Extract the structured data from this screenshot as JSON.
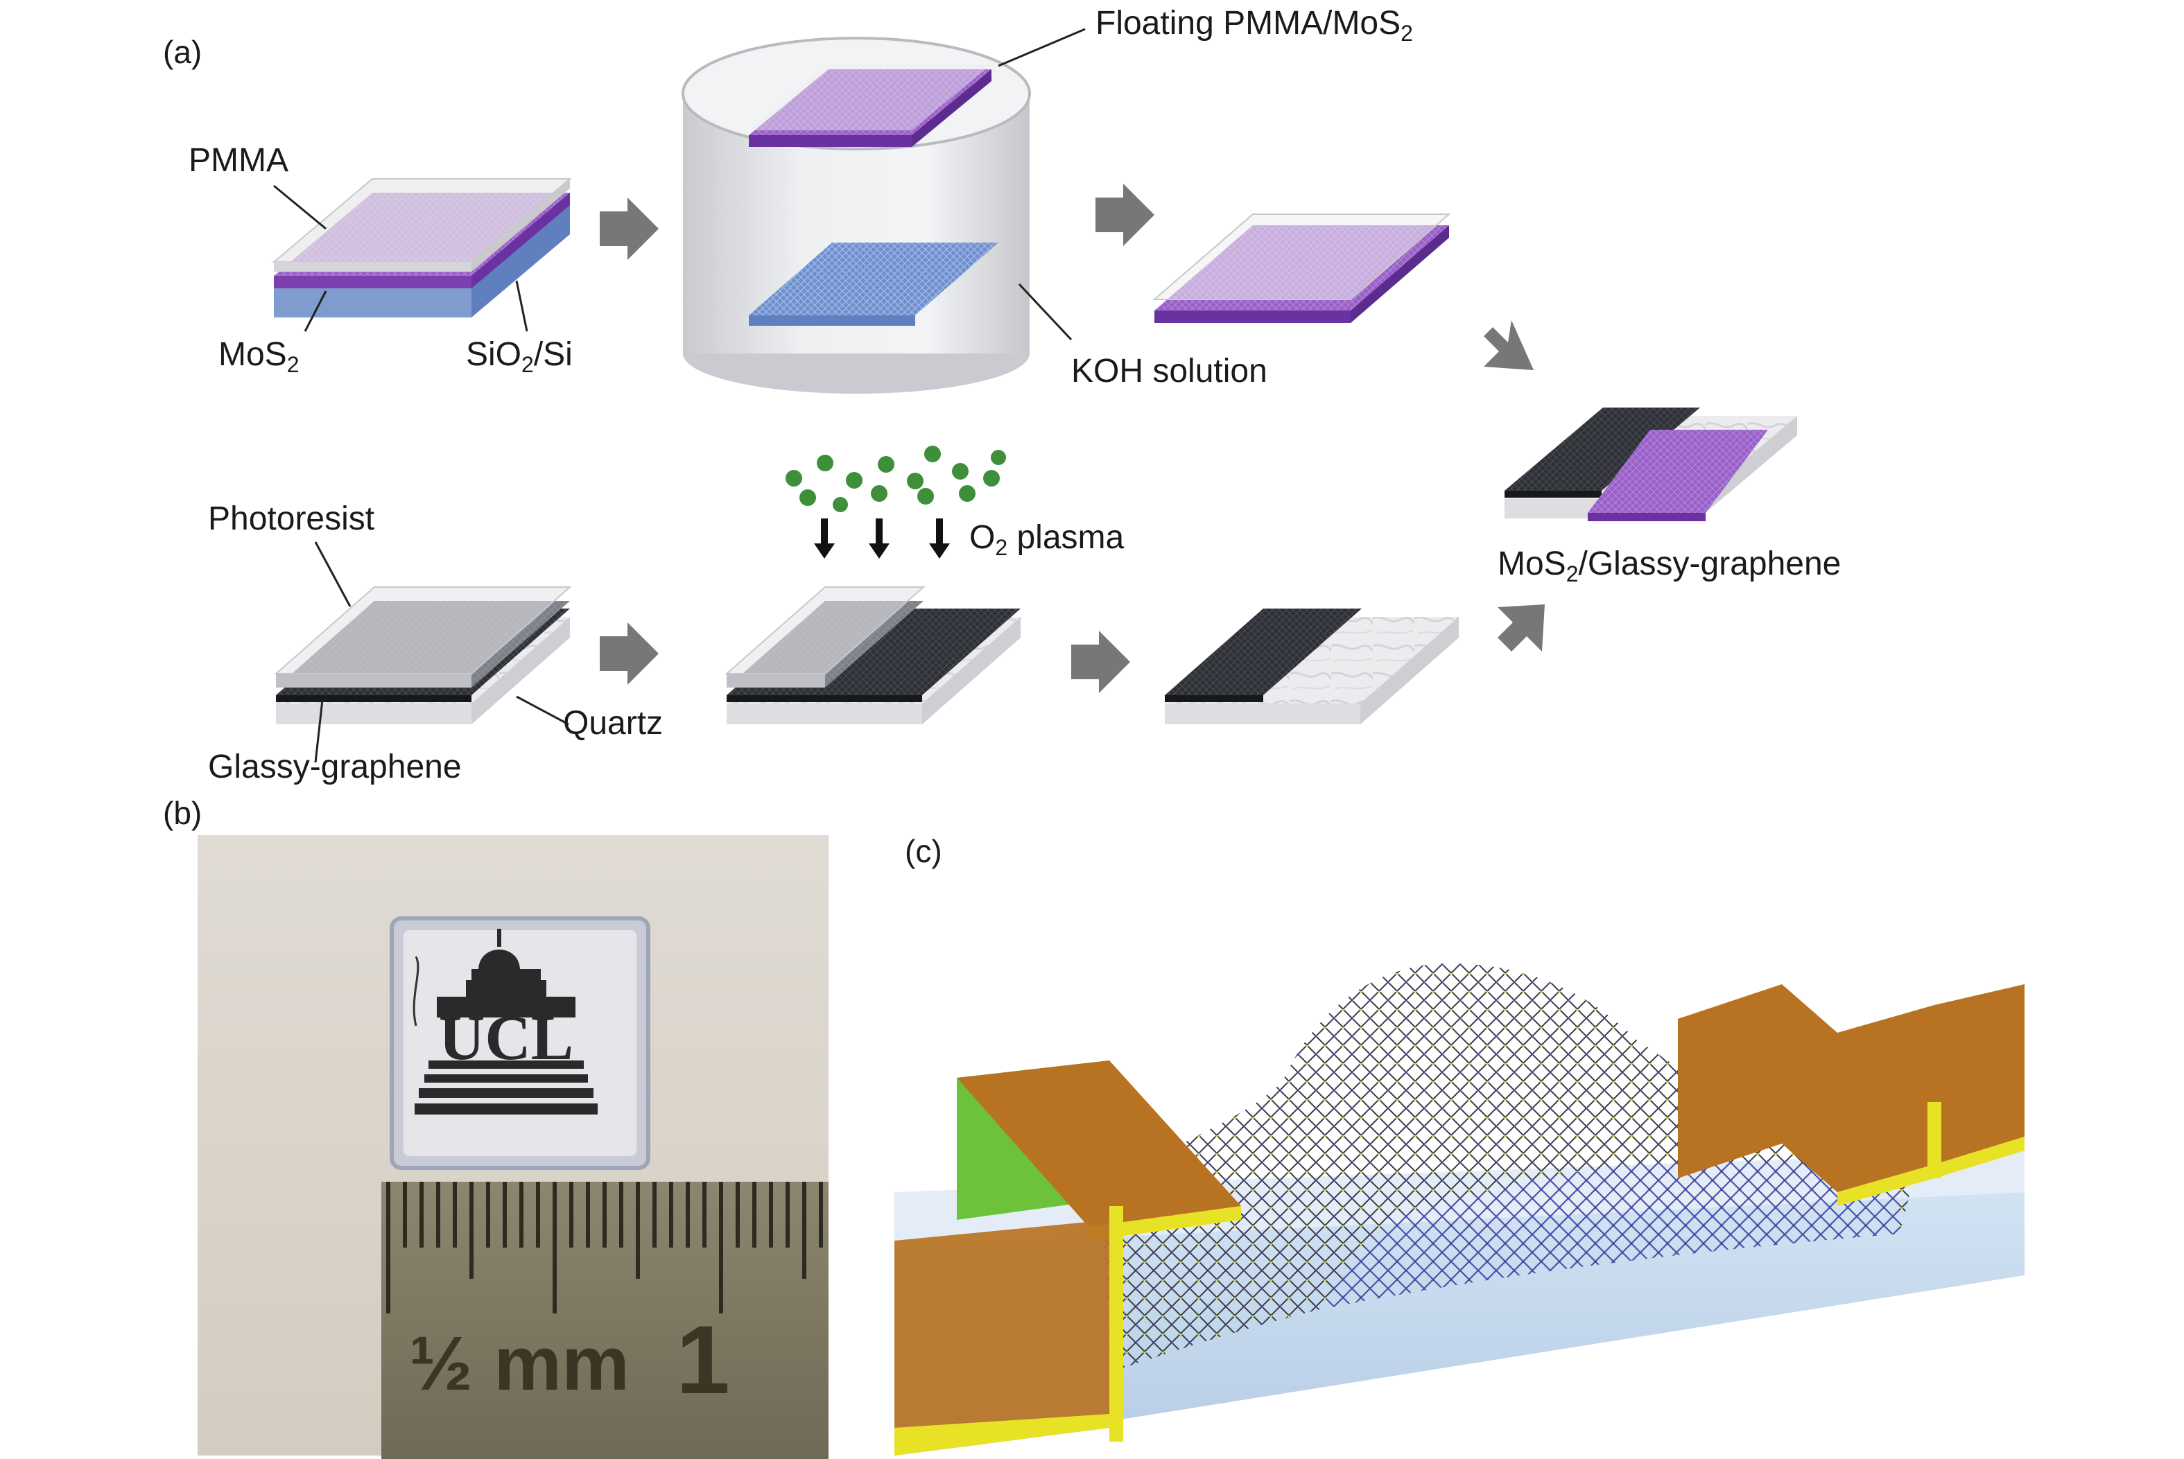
{
  "panels": {
    "a": "(a)",
    "b": "(b)",
    "c": "(c)"
  },
  "labels": {
    "pmma": "PMMA",
    "mos2_base": "MoS",
    "mos2_sub": "2",
    "sio2_a": "SiO",
    "sio2_sub": "2",
    "sio2_b": "/Si",
    "floating_a": "Floating PMMA/MoS",
    "floating_sub": "2",
    "koh": "KOH solution",
    "photoresist": "Photoresist",
    "glassy_graphene": "Glassy-graphene",
    "quartz": "Quartz",
    "o2_base": "O",
    "o2_sub": "2",
    "o2_rest": " plasma",
    "product_a": "MoS",
    "product_sub": "2",
    "product_b": "/Glassy-graphene"
  },
  "photo_b": {
    "logo_text": "UCL",
    "ruler_text": "½ mm",
    "ruler_number": "1"
  },
  "colors": {
    "pmma_purple": "#9a5fc9",
    "mos2_blue": "#6f8fcf",
    "graphene_dark": "#2e3036",
    "photoresist_gray": "#7d8088",
    "quartz_white": "#e8e8ea",
    "arrow_gray": "#777777",
    "plasma_green": "#3e8f3a",
    "electrode_orange": "#b87322",
    "electrode_edge": "#e8e226",
    "device_green": "#6cc33a"
  }
}
